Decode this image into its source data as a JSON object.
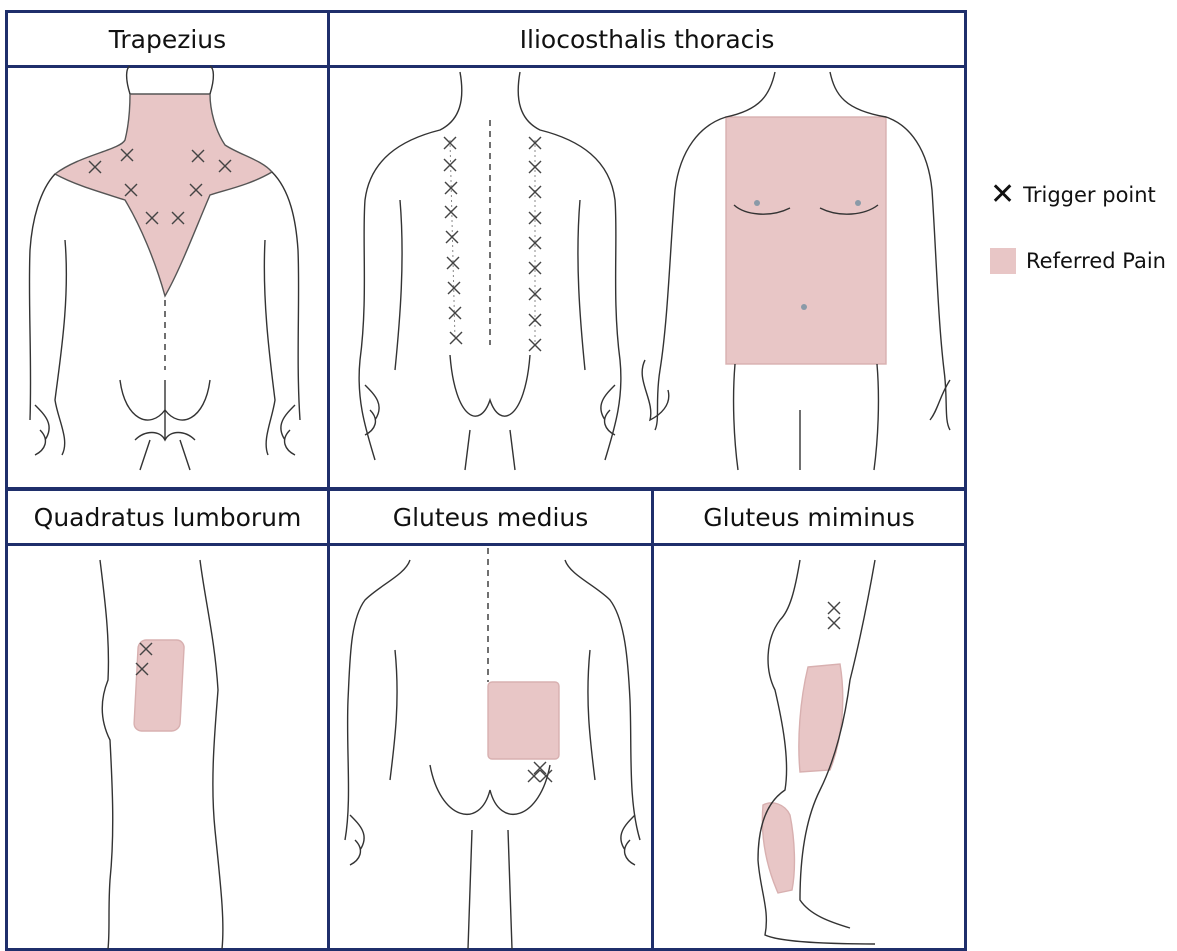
{
  "panels": {
    "trapezius": "Trapezius",
    "iliocostalis": "Iliocosthalis thoracis",
    "quadratus": "Quadratus lumborum",
    "gluteus_medius": "Gluteus medius",
    "gluteus_minimus": "Gluteus miminus"
  },
  "legend": {
    "trigger_symbol": "✕",
    "trigger_label": "Trigger point",
    "pain_label": "Referred Pain"
  },
  "colors": {
    "pain_fill": "#e8c6c6",
    "border": "#1f2f6b",
    "outline": "#333333"
  }
}
